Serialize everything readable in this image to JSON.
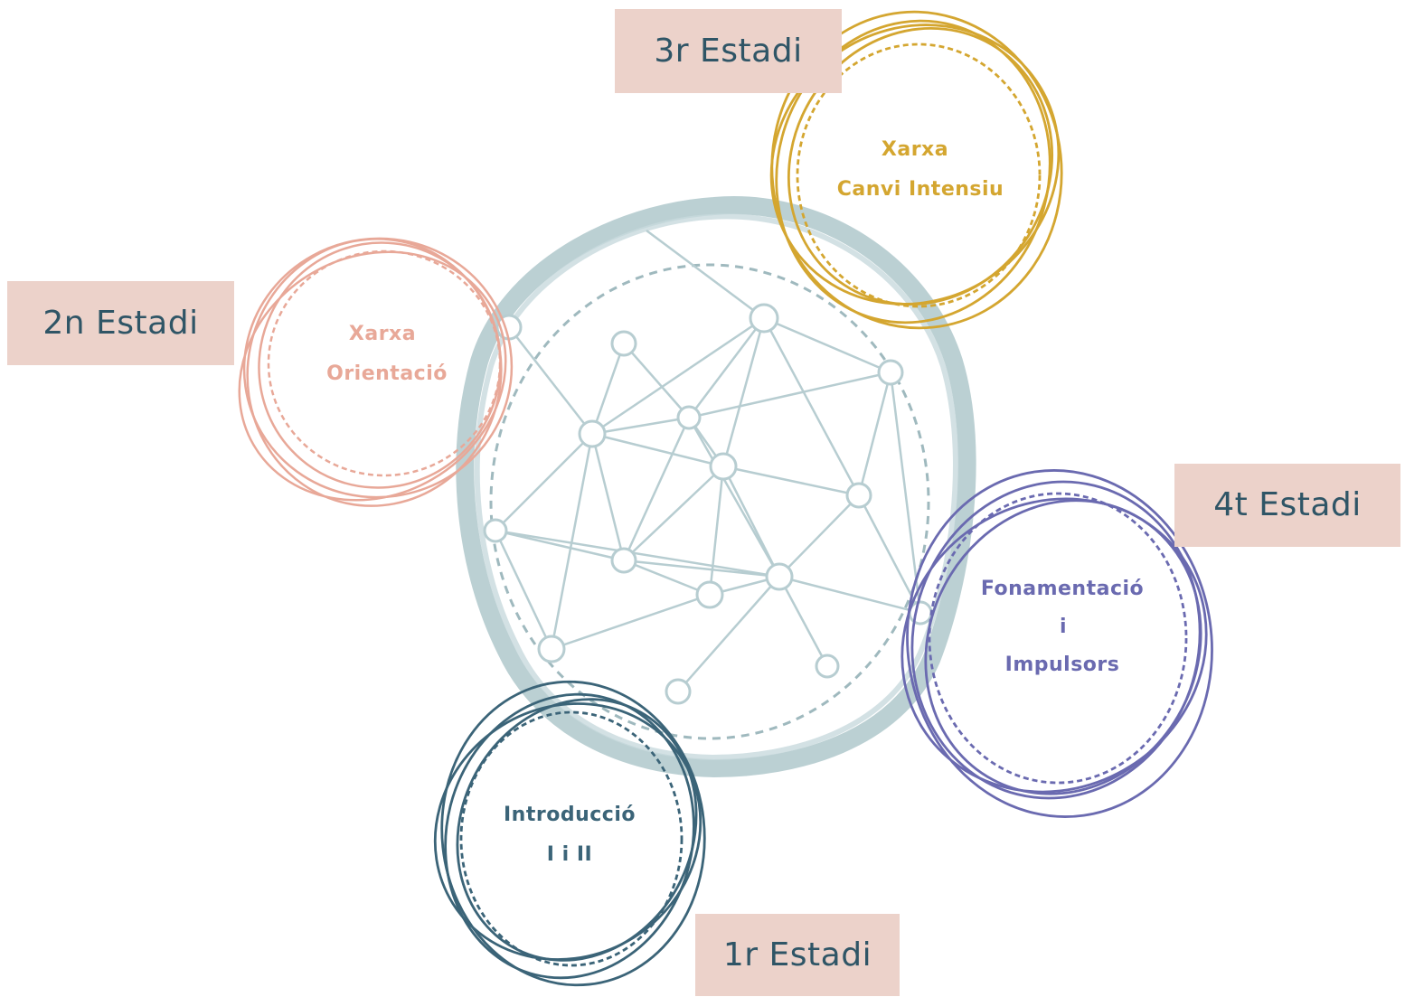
{
  "stages": [
    {
      "id": "stage-1",
      "label": "1r Estadi",
      "ring_lines": [
        "Introducció",
        "I i II"
      ],
      "color": "#3b6478"
    },
    {
      "id": "stage-2",
      "label": "2n Estadi",
      "ring_lines": [
        "Xarxa",
        "Orientació"
      ],
      "color": "#e8a898"
    },
    {
      "id": "stage-3",
      "label": "3r Estadi",
      "ring_lines": [
        "Xarxa",
        "Canvi Intensiu"
      ],
      "color": "#d4a630"
    },
    {
      "id": "stage-4",
      "label": "4t Estadi",
      "ring_lines": [
        "Fonamentació",
        "i",
        "Impulsors"
      ],
      "color": "#6a6ab0"
    }
  ],
  "colors": {
    "label_background": "#ecd2ca",
    "label_text": "#2f5566",
    "network": "#b7cdd1"
  },
  "network_icon": "network-graph-icon"
}
